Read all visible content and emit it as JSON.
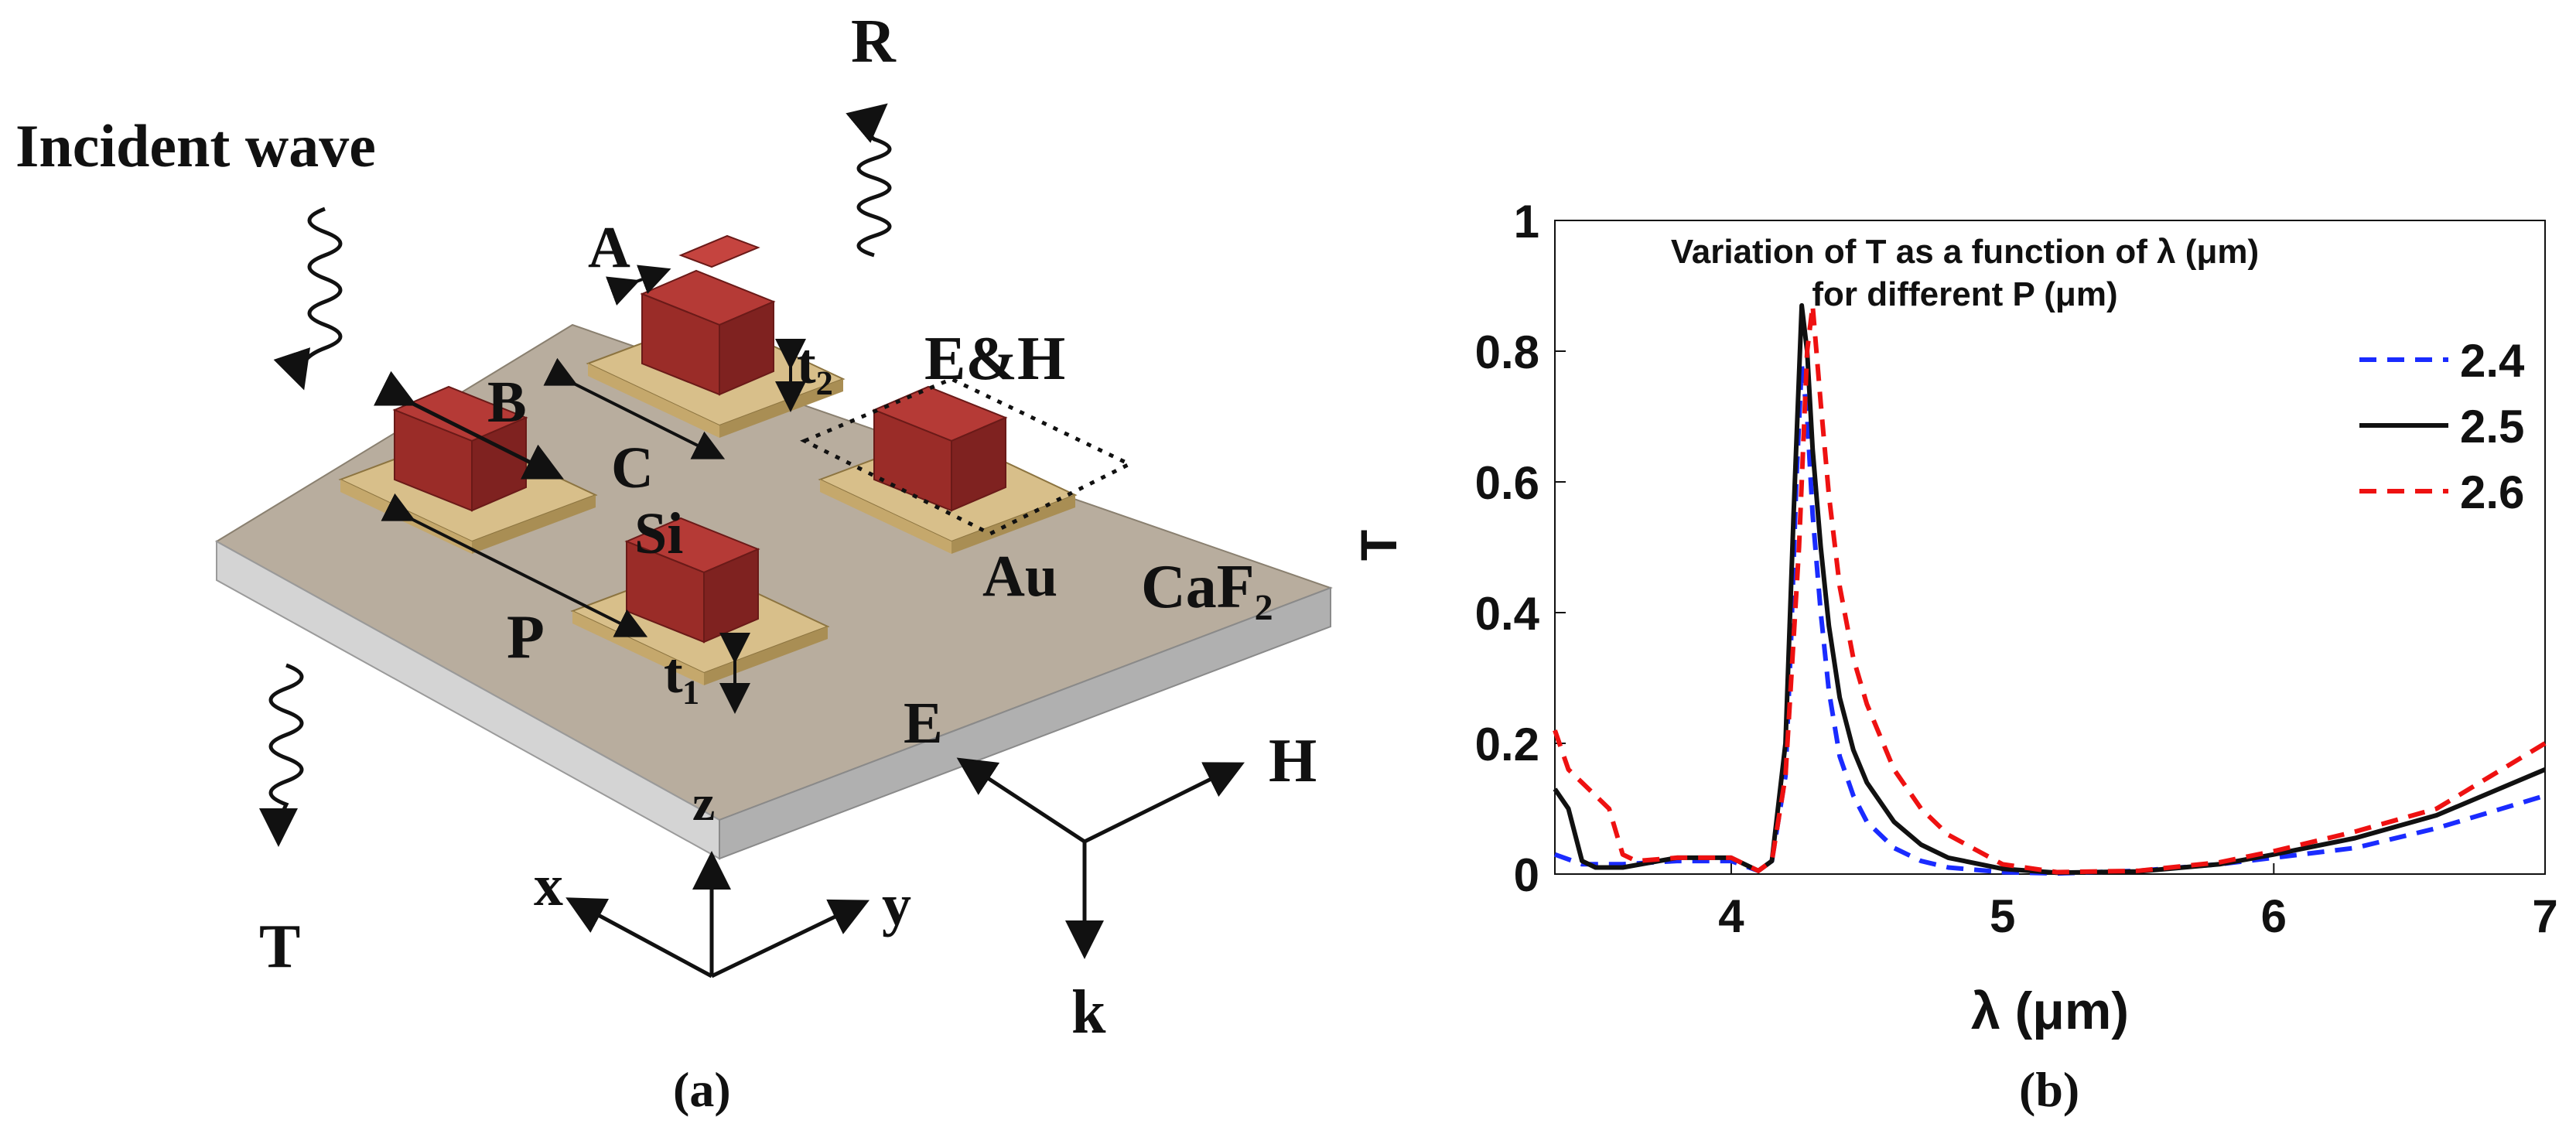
{
  "panel_a": {
    "caption": "(a)",
    "labels": {
      "incident": "Incident wave",
      "R": "R",
      "T": "T",
      "A": "A",
      "B": "B",
      "C": "C",
      "t2": "t₂",
      "t1": "t₁",
      "EH": "E&H",
      "Si": "Si",
      "Au": "Au",
      "CaF2": "CaF₂",
      "P": "P",
      "E": "E",
      "H": "H",
      "k": "k",
      "z": "z",
      "x": "x",
      "y": "y"
    },
    "colors": {
      "silicon": "#b53a36",
      "gold": "#d8bf8a",
      "substrate": "#b8ad9e",
      "substrate_side": "#c8c8c8"
    }
  },
  "panel_b": {
    "caption": "(b)"
  },
  "chart_data": {
    "type": "line",
    "title": [
      "Variation of T as a function of λ (μm)",
      "for different P (μm)"
    ],
    "xlabel": "λ (μm)",
    "ylabel": "T",
    "xlim": [
      3.35,
      7
    ],
    "ylim": [
      0,
      1
    ],
    "xticks": [
      4,
      5,
      6,
      7
    ],
    "yticks": [
      0,
      0.2,
      0.4,
      0.6,
      0.8,
      1
    ],
    "ytick_labels": [
      "0",
      "0.2",
      "0.4",
      "0.6",
      "0.8",
      "1"
    ],
    "legend_position": "top-right",
    "series": [
      {
        "name": "2.4",
        "color": "#1a2bff",
        "dash": "dashed",
        "x": [
          3.35,
          3.45,
          3.6,
          3.8,
          4.0,
          4.1,
          4.15,
          4.2,
          4.22,
          4.24,
          4.26,
          4.28,
          4.3,
          4.33,
          4.36,
          4.4,
          4.45,
          4.5,
          4.6,
          4.7,
          4.8,
          5.0,
          5.2,
          5.5,
          5.8,
          6.0,
          6.3,
          6.6,
          7.0
        ],
        "y": [
          0.03,
          0.015,
          0.015,
          0.02,
          0.02,
          0.005,
          0.02,
          0.15,
          0.35,
          0.6,
          0.78,
          0.7,
          0.55,
          0.4,
          0.28,
          0.18,
          0.12,
          0.08,
          0.04,
          0.02,
          0.01,
          0.003,
          0.001,
          0.005,
          0.015,
          0.025,
          0.04,
          0.07,
          0.12
        ]
      },
      {
        "name": "2.5",
        "color": "#111111",
        "dash": "solid",
        "x": [
          3.35,
          3.4,
          3.45,
          3.5,
          3.6,
          3.8,
          4.0,
          4.1,
          4.15,
          4.2,
          4.23,
          4.26,
          4.28,
          4.3,
          4.33,
          4.36,
          4.4,
          4.45,
          4.5,
          4.6,
          4.7,
          4.8,
          5.0,
          5.2,
          5.5,
          5.8,
          6.0,
          6.3,
          6.6,
          7.0
        ],
        "y": [
          0.13,
          0.1,
          0.02,
          0.01,
          0.01,
          0.025,
          0.025,
          0.005,
          0.02,
          0.2,
          0.55,
          0.87,
          0.8,
          0.65,
          0.5,
          0.38,
          0.27,
          0.19,
          0.14,
          0.08,
          0.045,
          0.025,
          0.008,
          0.002,
          0.004,
          0.015,
          0.03,
          0.055,
          0.09,
          0.16
        ]
      },
      {
        "name": "2.6",
        "color": "#ee1111",
        "dash": "dashed",
        "x": [
          3.35,
          3.4,
          3.5,
          3.55,
          3.6,
          3.65,
          3.8,
          4.0,
          4.1,
          4.15,
          4.2,
          4.25,
          4.28,
          4.3,
          4.33,
          4.36,
          4.4,
          4.45,
          4.5,
          4.6,
          4.7,
          4.8,
          5.0,
          5.2,
          5.5,
          5.8,
          6.0,
          6.3,
          6.6,
          7.0
        ],
        "y": [
          0.22,
          0.16,
          0.12,
          0.1,
          0.03,
          0.02,
          0.025,
          0.025,
          0.005,
          0.02,
          0.15,
          0.5,
          0.8,
          0.87,
          0.72,
          0.58,
          0.44,
          0.33,
          0.26,
          0.16,
          0.1,
          0.06,
          0.015,
          0.003,
          0.005,
          0.018,
          0.035,
          0.065,
          0.1,
          0.2
        ]
      }
    ]
  }
}
